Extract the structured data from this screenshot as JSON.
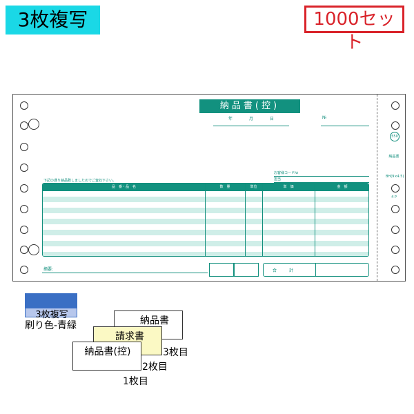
{
  "badges": {
    "copies": "3枚複写",
    "sets": "1000セット"
  },
  "form": {
    "title": "納品書(控)",
    "date_labels": [
      "年",
      "月",
      "日"
    ],
    "no_label": "№",
    "intro": "下記の通り納品致しましたのでご査収下さい。",
    "customer_code_label": "お客様コード№",
    "person_label": "担当",
    "table_headers": [
      "品　番・品　名",
      "数　量",
      "単位",
      "単　価",
      "金　額"
    ],
    "summary_label": "摘要:",
    "total_label": "合　計",
    "stub": {
      "circle": "550",
      "title": "納品書",
      "size": "BH(9×4.5)",
      "part": "4 P"
    },
    "colors": {
      "teal": "#12917f",
      "teal_light": "#cfeee8"
    }
  },
  "legend": {
    "badge": "3枚複写",
    "print_color": "刷り色-青緑",
    "sheets": [
      {
        "title": "納品書",
        "label": "3枚目"
      },
      {
        "title": "請求書",
        "label": "2枚目"
      },
      {
        "title": "納品書(控)",
        "label": "1枚目"
      }
    ],
    "swatch_color": "#3a6fc4"
  }
}
